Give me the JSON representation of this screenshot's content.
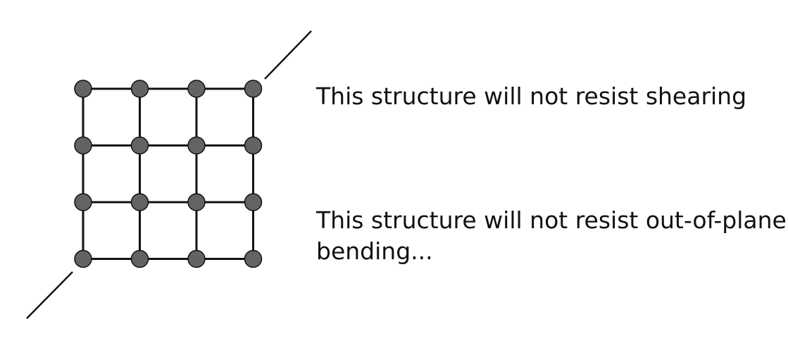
{
  "captions": {
    "shearing": "This structure will not resist shearing",
    "bending_line1": "This structure will not resist out-of-plane",
    "bending_line2": "bending..."
  },
  "grid": {
    "rows": 4,
    "cols": 4
  },
  "colors": {
    "node_fill": "#636363",
    "line": "#111111",
    "text": "#111111",
    "background": "#ffffff"
  }
}
